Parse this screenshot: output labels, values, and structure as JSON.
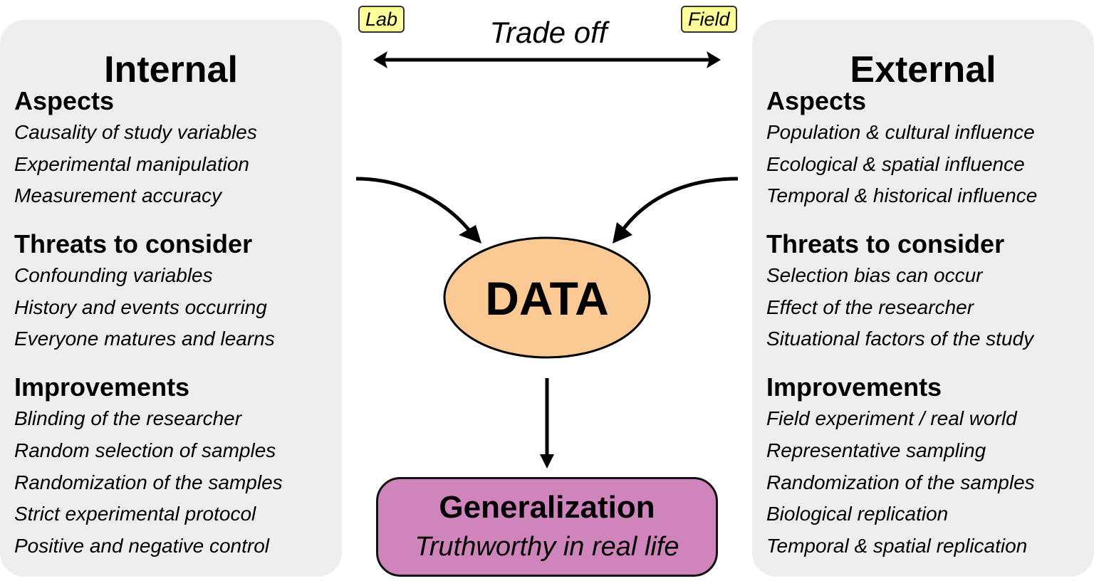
{
  "internal": {
    "title": "Internal",
    "sections": [
      {
        "heading": "Aspects",
        "items": [
          "Causality of study variables",
          "Experimental manipulation",
          "Measurement accuracy"
        ]
      },
      {
        "heading": "Threats to consider",
        "items": [
          "Confounding variables",
          "History and events occurring",
          "Everyone matures and learns"
        ]
      },
      {
        "heading": "Improvements",
        "items": [
          "Blinding of the researcher",
          "Random selection of samples",
          "Randomization of the samples",
          "Strict experimental protocol",
          "Positive and negative control"
        ]
      }
    ]
  },
  "external": {
    "title": "External",
    "sections": [
      {
        "heading": "Aspects",
        "items": [
          "Population & cultural influence",
          "Ecological & spatial influence",
          "Temporal & historical influence"
        ]
      },
      {
        "heading": "Threats to consider",
        "items": [
          "Selection bias can occur",
          "Effect of the researcher",
          "Situational factors of the study"
        ]
      },
      {
        "heading": "Improvements",
        "items": [
          "Field experiment / real world",
          "Representative sampling",
          "Randomization of the samples",
          "Biological replication",
          "Temporal & spatial replication"
        ]
      }
    ]
  },
  "center": {
    "lab_tag": "Lab",
    "field_tag": "Field",
    "tradeoff_label": "Trade off",
    "data_label": "DATA",
    "generalization_title": "Generalization",
    "generalization_subtitle": "Truthworthy in real life"
  },
  "colors": {
    "panel_bg": "#eeeeee",
    "tag_bg": "#ffff99",
    "data_fill": "#fbc994",
    "generalization_fill": "#d084bc"
  }
}
